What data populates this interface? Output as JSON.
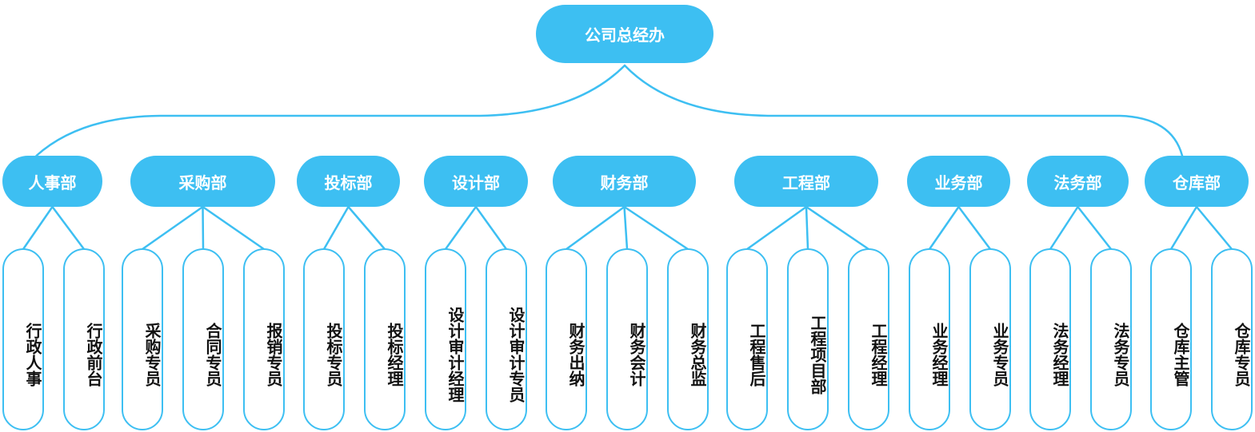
{
  "root": {
    "label": "公司总经办"
  },
  "departments": [
    {
      "label": "人事部",
      "roles": [
        "行政人事",
        "行政前台"
      ]
    },
    {
      "label": "采购部",
      "roles": [
        "采购专员",
        "合同专员",
        "报销专员"
      ]
    },
    {
      "label": "投标部",
      "roles": [
        "投标专员",
        "投标经理"
      ]
    },
    {
      "label": "设计部",
      "roles": [
        "设计审计经理",
        "设计审计专员"
      ]
    },
    {
      "label": "财务部",
      "roles": [
        "财务出纳",
        "财务会计",
        "财务总监"
      ]
    },
    {
      "label": "工程部",
      "roles": [
        "工程售后",
        "工程项目部",
        "工程经理"
      ]
    },
    {
      "label": "业务部",
      "roles": [
        "业务经理",
        "业务专员"
      ]
    },
    {
      "label": "法务部",
      "roles": [
        "法务经理",
        "法务专员"
      ]
    },
    {
      "label": "仓库部",
      "roles": [
        "仓库主管",
        "仓库专员"
      ]
    }
  ],
  "colors": {
    "accent": "#3dbff2",
    "text_on_accent": "#ffffff",
    "leaf_text": "#111111",
    "leaf_fill": "#ffffff"
  }
}
